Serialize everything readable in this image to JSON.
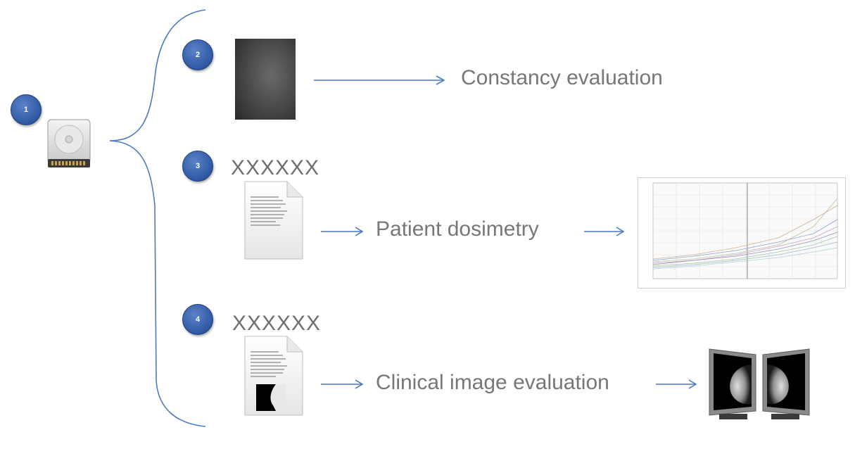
{
  "steps": [
    {
      "number": "1"
    },
    {
      "number": "2",
      "caption": "Constancy evaluation"
    },
    {
      "number": "3",
      "header": "XXXXXX",
      "caption": "Patient dosimetry"
    },
    {
      "number": "4",
      "header": "XXXXXX",
      "caption": "Clinical image evaluation"
    }
  ],
  "colors": {
    "badge": "#2f58a3",
    "arrow": "#4a7ac0",
    "bracket": "#4a7ac0",
    "text": "#777777"
  },
  "icons": {
    "step1": "hard-drive-icon",
    "step2": "flat-field-image-icon",
    "step3": "text-document-icon",
    "step4": "document-with-image-icon",
    "dosimetry_result": "dosimetry-chart-thumbnail",
    "clinical_result": "mammography-monitors-icon"
  }
}
